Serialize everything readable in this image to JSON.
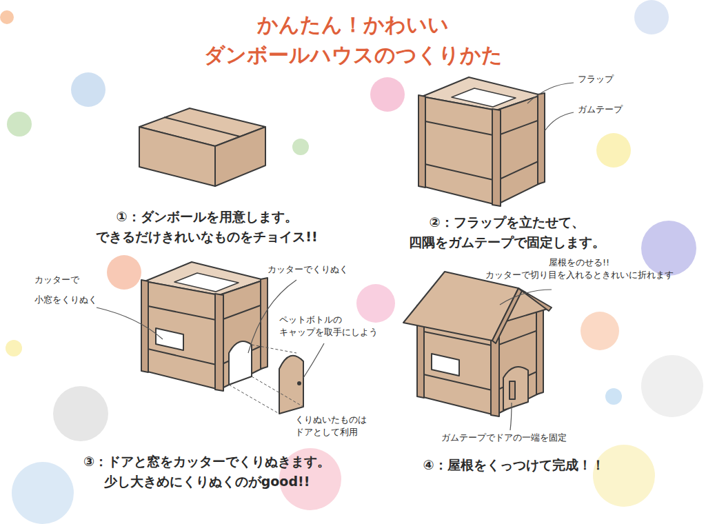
{
  "diagram": {
    "title": "かんたん！かわいい ダンボールハウスのつくりかた",
    "labels": [
      "フラップ",
      "ガムテープ",
      "①：ダンボールを用意します。 できるだけきれいなものをチョイス!!",
      "②：フラップを立たせて、 四隅をガムテープで固定します。",
      "カッターで 小窓をくりぬく",
      "カッターでくりぬく",
      "屋根をのせる!! カッターで切り目を入れるときれいに折れます",
      "ペットボトルの キャップを取手にしよう",
      "くりぬいたものは ドアとして利用",
      "ガムテープでドアの一端を固定",
      "③：ドアと窓をカッターでくりぬきます。 少し大きめにくりぬくのがgood!!",
      "④：屋根をくっつけて完成！！"
    ]
  }
}
